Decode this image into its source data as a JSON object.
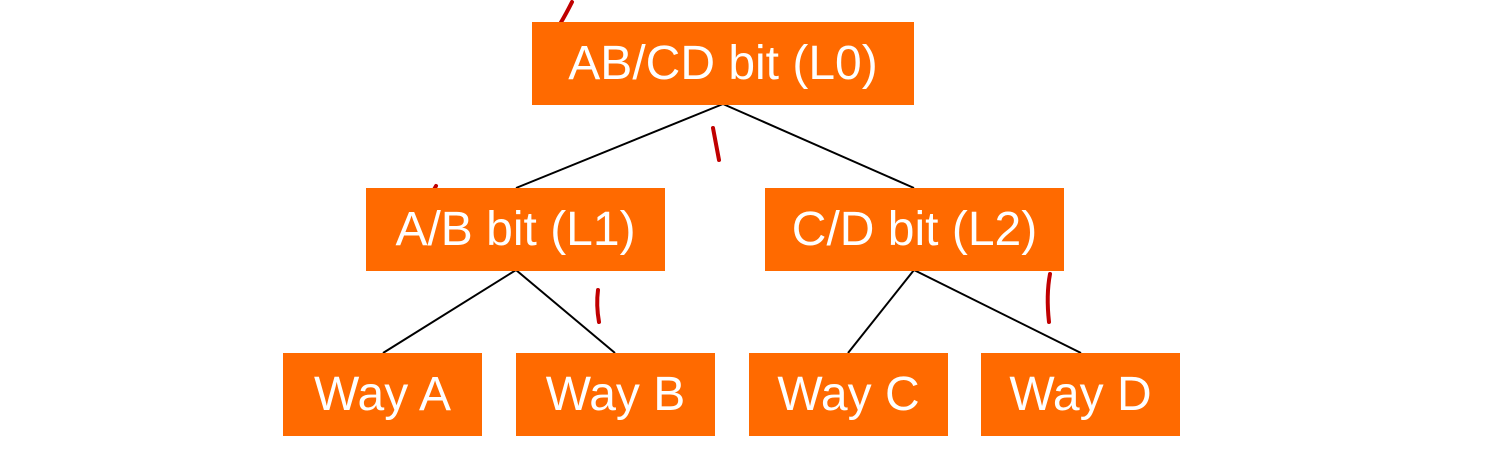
{
  "diagram": {
    "colors": {
      "node_fill": "#ff6a00",
      "node_text": "#ffffff",
      "edge": "#000000",
      "annotation_ink": "#c00000"
    },
    "root": {
      "label": "AB/CD bit (L0)"
    },
    "left": {
      "label": "A/B bit (L1)"
    },
    "right": {
      "label": "C/D bit (L2)"
    },
    "leaves": [
      {
        "label": "Way A"
      },
      {
        "label": "Way B"
      },
      {
        "label": "Way C"
      },
      {
        "label": "Way D"
      }
    ]
  }
}
